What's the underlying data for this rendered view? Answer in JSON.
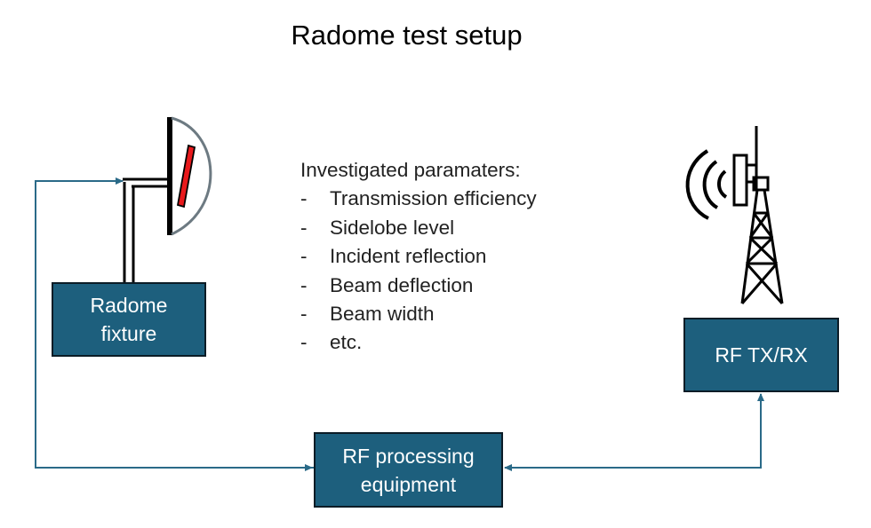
{
  "title": "Radome test setup",
  "params": {
    "heading": "Investigated paramaters:",
    "items": [
      "Transmission efficiency",
      "Sidelobe level",
      "Incident reflection",
      "Beam deflection",
      "Beam width",
      "etc."
    ]
  },
  "boxes": {
    "fixture": "Radome\nfixture",
    "rf_txrx": "RF TX/RX",
    "processing": "RF processing\nequipment"
  },
  "colors": {
    "box_fill": "#1d5f7d",
    "connector": "#2a6a88",
    "reflector": "#e8191c"
  }
}
